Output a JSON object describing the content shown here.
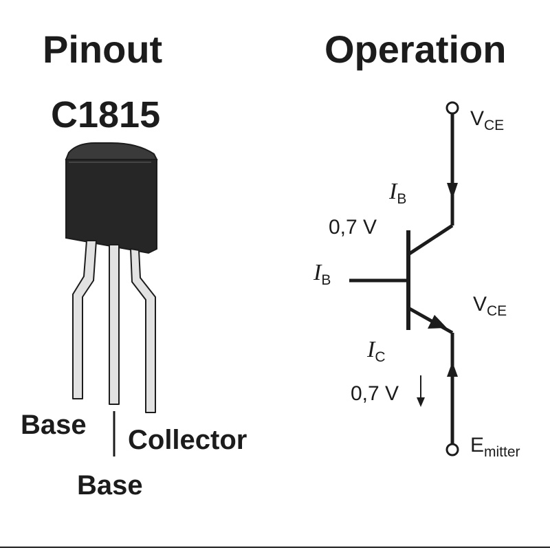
{
  "titles": {
    "pinout": "Pinout",
    "operation": "Operation",
    "part_number": "C1815"
  },
  "pin_labels": {
    "left": "Base",
    "right": "Collector",
    "bottom": "Base"
  },
  "circuit": {
    "vce_top": {
      "main": "V",
      "sub": "CE"
    },
    "ib_upper": {
      "main": "I",
      "sub": "B"
    },
    "voltage_upper": "0,7 V",
    "ib_left": {
      "main": "I",
      "sub": "B"
    },
    "vce_mid": {
      "main": "V",
      "sub": "CE"
    },
    "ic": {
      "main": "I",
      "sub": "C"
    },
    "voltage_lower": "0,7 V",
    "emitter": {
      "main": "E",
      "sub": "mitter"
    }
  },
  "colors": {
    "ink": "#1c1c1c",
    "package_body": "#262626",
    "lead_fill": "#e2e2e2"
  }
}
